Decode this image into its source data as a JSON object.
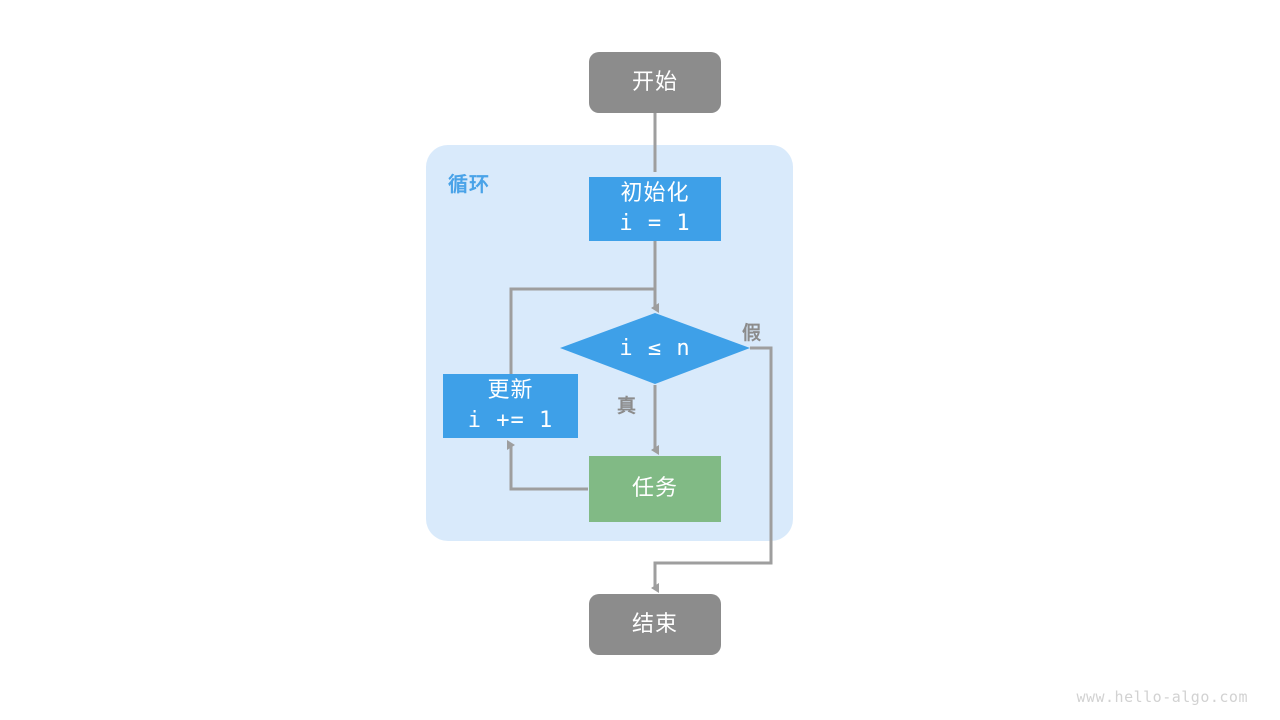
{
  "diagram": {
    "type": "flowchart",
    "title_watermark": "www.hello-algo.com",
    "container": {
      "label": "循环",
      "fill": "#d9eafb",
      "label_color": "#4aa3e8"
    },
    "colors": {
      "terminal_gray": "#8c8c8c",
      "process_blue": "#3ea0e8",
      "task_green": "#81ba85",
      "edge_gray": "#9e9e9e",
      "text_white": "#ffffff",
      "watermark_gray": "#d2d2d2",
      "background": "#ffffff"
    },
    "nodes": [
      {
        "id": "start",
        "shape": "rounded-rect",
        "role": "terminal",
        "color": "#8c8c8c",
        "lines": [
          "开始"
        ],
        "line_styles": [
          "cjk"
        ]
      },
      {
        "id": "init",
        "shape": "rect",
        "role": "process",
        "color": "#3ea0e8",
        "lines": [
          "初始化",
          "i = 1"
        ],
        "line_styles": [
          "cjk",
          "mono"
        ]
      },
      {
        "id": "condition",
        "shape": "diamond",
        "role": "decision",
        "color": "#3ea0e8",
        "lines": [
          "i ≤ n"
        ],
        "line_styles": [
          "mono"
        ]
      },
      {
        "id": "update",
        "shape": "rect",
        "role": "process",
        "color": "#3ea0e8",
        "lines": [
          "更新",
          "i += 1"
        ],
        "line_styles": [
          "cjk",
          "mono"
        ]
      },
      {
        "id": "task",
        "shape": "rect",
        "role": "task",
        "color": "#81ba85",
        "lines": [
          "任务"
        ],
        "line_styles": [
          "cjk"
        ]
      },
      {
        "id": "end",
        "shape": "rounded-rect",
        "role": "terminal",
        "color": "#8c8c8c",
        "lines": [
          "结束"
        ],
        "line_styles": [
          "cjk"
        ]
      }
    ],
    "edges": [
      {
        "id": "start-to-init",
        "from": "start",
        "to": "init",
        "label": ""
      },
      {
        "id": "init-to-condition",
        "from": "init",
        "to": "condition",
        "label": ""
      },
      {
        "id": "condition-to-task",
        "from": "condition",
        "to": "task",
        "label": "真"
      },
      {
        "id": "condition-to-end",
        "from": "condition",
        "to": "end",
        "label": "假"
      },
      {
        "id": "task-to-update",
        "from": "task",
        "to": "update",
        "label": ""
      },
      {
        "id": "update-to-condition",
        "from": "update",
        "to": "condition",
        "label": ""
      }
    ],
    "labels": {
      "true_branch": "真",
      "false_branch": "假"
    }
  }
}
